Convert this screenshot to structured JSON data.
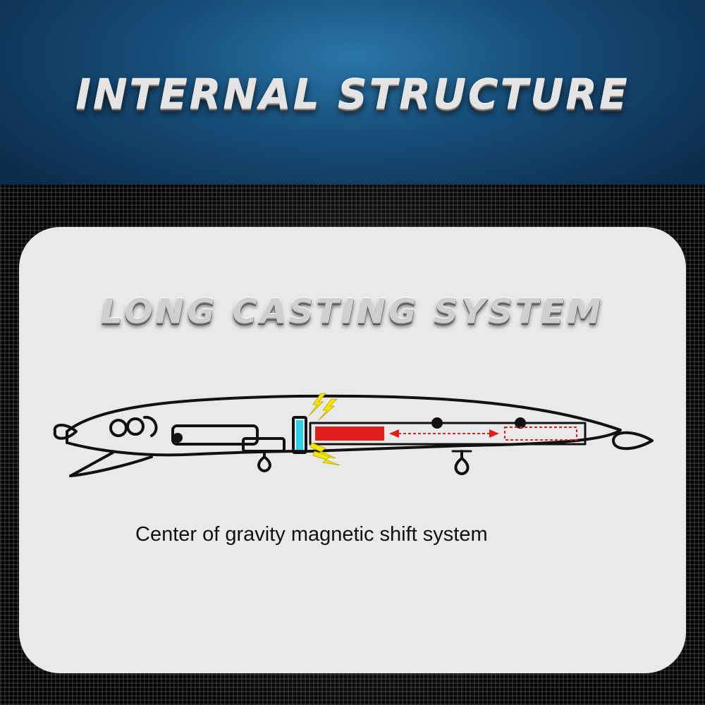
{
  "header": {
    "title": "INTERNAL STRUCTURE"
  },
  "panel": {
    "title": "LONG CASTING SYSTEM",
    "caption": "Center of gravity magnetic shift system"
  },
  "colors": {
    "header_blue": "#1d5f8f",
    "panel_bg": "#e9e9e9",
    "weight_red": "#e01e1e",
    "magnet_cyan": "#2fd0e8",
    "spark_yellow": "#f5e600"
  },
  "diagram": {
    "subject": "fishing lure cross-section",
    "icons": [
      "lightning-icon",
      "double-arrow-icon"
    ]
  }
}
